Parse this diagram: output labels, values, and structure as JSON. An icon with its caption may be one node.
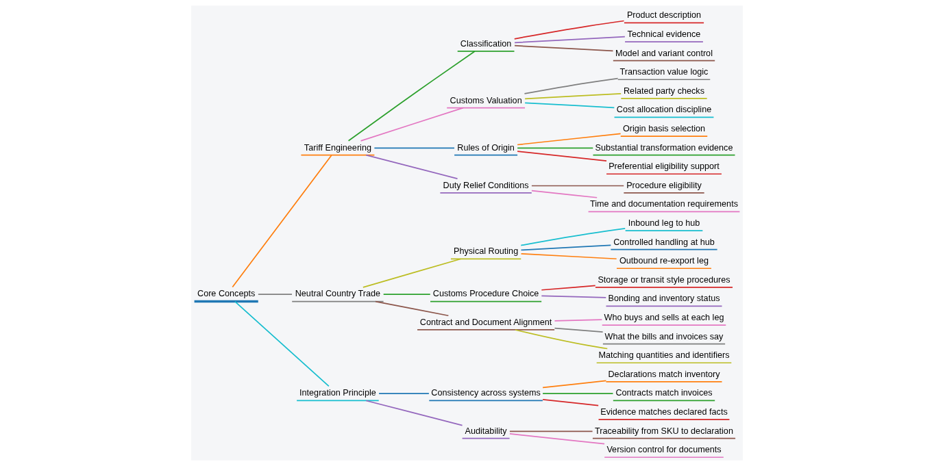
{
  "diagram": {
    "nodes": [
      {
        "text": [
          "Core Concepts"
        ]
      },
      {
        "text": [
          "Tariff Engineering"
        ]
      },
      {
        "text": [
          "Classification"
        ]
      },
      {
        "text": [
          "Product description"
        ]
      },
      {
        "text": [
          "Technical evidence"
        ]
      },
      {
        "text": [
          "Model and variant control"
        ]
      },
      {
        "text": [
          "Customs Valuation"
        ]
      },
      {
        "text": [
          "Transaction value logic"
        ]
      },
      {
        "text": [
          "Related party checks"
        ]
      },
      {
        "text": [
          "Cost allocation discipline"
        ]
      },
      {
        "text": [
          "Rules of Origin"
        ]
      },
      {
        "text": [
          "Origin basis selection"
        ]
      },
      {
        "text": [
          "Substantial transformation evidence"
        ]
      },
      {
        "text": [
          "Preferential eligibility support"
        ]
      },
      {
        "text": [
          "Duty Relief Conditions"
        ]
      },
      {
        "text": [
          "Procedure eligibility"
        ]
      },
      {
        "text": [
          "Time and documentation requirements"
        ]
      },
      {
        "text": [
          "Neutral Country Trade"
        ]
      },
      {
        "text": [
          "Physical Routing"
        ]
      },
      {
        "text": [
          "Inbound leg to hub"
        ]
      },
      {
        "text": [
          "Controlled handling at hub"
        ]
      },
      {
        "text": [
          "Outbound re-export leg"
        ]
      },
      {
        "text": [
          "Customs Procedure Choice"
        ]
      },
      {
        "text": [
          "Storage or transit style procedures"
        ]
      },
      {
        "text": [
          "Bonding and inventory status"
        ]
      },
      {
        "text": [
          "Contract and Document Alignment"
        ]
      },
      {
        "text": [
          "Who buys and sells at each leg"
        ]
      },
      {
        "text": [
          "What the bills and invoices say"
        ]
      },
      {
        "text": [
          "Matching quantities and identifiers"
        ]
      },
      {
        "text": [
          "Integration Principle"
        ]
      },
      {
        "text": [
          "Consistency across systems"
        ]
      },
      {
        "text": [
          "Declarations match inventory"
        ]
      },
      {
        "text": [
          "Contracts match invoices"
        ]
      },
      {
        "text": [
          "Evidence matches declared facts"
        ]
      },
      {
        "text": [
          "Auditability"
        ]
      },
      {
        "text": [
          "Traceability from SKU to declaration"
        ]
      },
      {
        "text": [
          "Version control for documents"
        ]
      }
    ],
    "edges": [
      {
        "from": 0,
        "to": 1,
        "arrow": "none",
        "color": "#ff7f0e"
      },
      {
        "from": 1,
        "to": 2,
        "arrow": "none",
        "color": "#2ca02c"
      },
      {
        "from": 2,
        "to": 3,
        "arrow": "none",
        "color": "#d62728"
      },
      {
        "from": 2,
        "to": 4,
        "arrow": "none",
        "color": "#9467bd"
      },
      {
        "from": 2,
        "to": 5,
        "arrow": "none",
        "color": "#8c564b"
      },
      {
        "from": 1,
        "to": 6,
        "arrow": "none",
        "color": "#e377c2"
      },
      {
        "from": 6,
        "to": 7,
        "arrow": "none",
        "color": "#7f7f7f"
      },
      {
        "from": 6,
        "to": 8,
        "arrow": "none",
        "color": "#bcbd22"
      },
      {
        "from": 6,
        "to": 9,
        "arrow": "none",
        "color": "#17becf"
      },
      {
        "from": 1,
        "to": 10,
        "arrow": "none",
        "color": "#1f77b4"
      },
      {
        "from": 10,
        "to": 11,
        "arrow": "none",
        "color": "#ff7f0e"
      },
      {
        "from": 10,
        "to": 12,
        "arrow": "none",
        "color": "#2ca02c"
      },
      {
        "from": 10,
        "to": 13,
        "arrow": "none",
        "color": "#d62728"
      },
      {
        "from": 1,
        "to": 14,
        "arrow": "none",
        "color": "#9467bd"
      },
      {
        "from": 14,
        "to": 15,
        "arrow": "none",
        "color": "#8c564b"
      },
      {
        "from": 14,
        "to": 16,
        "arrow": "none",
        "color": "#e377c2"
      },
      {
        "from": 0,
        "to": 17,
        "arrow": "none",
        "color": "#7f7f7f"
      },
      {
        "from": 17,
        "to": 18,
        "arrow": "none",
        "color": "#bcbd22"
      },
      {
        "from": 18,
        "to": 19,
        "arrow": "none",
        "color": "#17becf"
      },
      {
        "from": 18,
        "to": 20,
        "arrow": "none",
        "color": "#1f77b4"
      },
      {
        "from": 18,
        "to": 21,
        "arrow": "none",
        "color": "#ff7f0e"
      },
      {
        "from": 17,
        "to": 22,
        "arrow": "none",
        "color": "#2ca02c"
      },
      {
        "from": 22,
        "to": 23,
        "arrow": "none",
        "color": "#d62728"
      },
      {
        "from": 22,
        "to": 24,
        "arrow": "none",
        "color": "#9467bd"
      },
      {
        "from": 17,
        "to": 25,
        "arrow": "none",
        "color": "#8c564b"
      },
      {
        "from": 25,
        "to": 26,
        "arrow": "none",
        "color": "#e377c2"
      },
      {
        "from": 25,
        "to": 27,
        "arrow": "none",
        "color": "#7f7f7f"
      },
      {
        "from": 25,
        "to": 28,
        "arrow": "none",
        "color": "#bcbd22"
      },
      {
        "from": 0,
        "to": 29,
        "arrow": "none",
        "color": "#17becf"
      },
      {
        "from": 29,
        "to": 30,
        "arrow": "none",
        "color": "#1f77b4"
      },
      {
        "from": 30,
        "to": 31,
        "arrow": "none",
        "color": "#ff7f0e"
      },
      {
        "from": 30,
        "to": 32,
        "arrow": "none",
        "color": "#2ca02c"
      },
      {
        "from": 30,
        "to": 33,
        "arrow": "none",
        "color": "#d62728"
      },
      {
        "from": 29,
        "to": 34,
        "arrow": "none",
        "color": "#9467bd"
      },
      {
        "from": 34,
        "to": 35,
        "arrow": "none",
        "color": "#8c564b"
      },
      {
        "from": 34,
        "to": 36,
        "arrow": "none",
        "color": "#e377c2"
      }
    ]
  }
}
